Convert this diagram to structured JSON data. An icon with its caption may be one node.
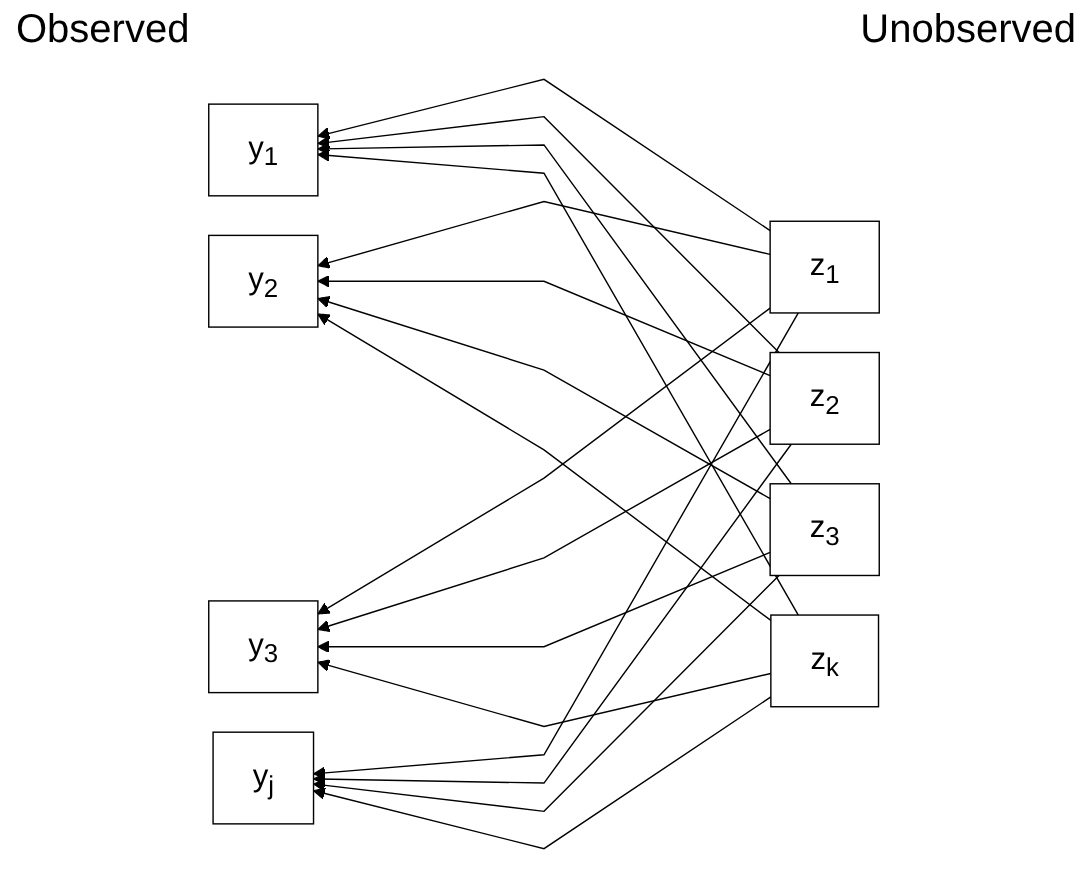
{
  "diagram": {
    "nodes": [
      {
        "text": [
          "y$_{1}$"
        ]
      },
      {
        "text": [
          "z$_{1}$"
        ]
      },
      {
        "text": [
          "y$_{2}$"
        ]
      },
      {
        "text": [
          "z$_{2}$"
        ]
      },
      {
        "text": [
          "y$_{3}$"
        ]
      },
      {
        "text": [
          "z$_{3}$"
        ]
      },
      {
        "text": [
          "y$_{j}$"
        ]
      },
      {
        "text": [
          "z$_{k}$"
        ]
      }
    ],
    "edges": [
      {
        "from": 1,
        "to": 0,
        "arrow": "to"
      },
      {
        "from": 1,
        "to": 2,
        "arrow": "to"
      },
      {
        "from": 1,
        "to": 4,
        "arrow": "to"
      },
      {
        "from": 1,
        "to": 6,
        "arrow": "to"
      },
      {
        "from": 3,
        "to": 0,
        "arrow": "to"
      },
      {
        "from": 3,
        "to": 2,
        "arrow": "to"
      },
      {
        "from": 3,
        "to": 4,
        "arrow": "to"
      },
      {
        "from": 3,
        "to": 6,
        "arrow": "to"
      },
      {
        "from": 5,
        "to": 0,
        "arrow": "to"
      },
      {
        "from": 5,
        "to": 2,
        "arrow": "to"
      },
      {
        "from": 5,
        "to": 4,
        "arrow": "to"
      },
      {
        "from": 5,
        "to": 6,
        "arrow": "to"
      },
      {
        "from": 7,
        "to": 0,
        "arrow": "to"
      },
      {
        "from": 7,
        "to": 2,
        "arrow": "to"
      },
      {
        "from": 7,
        "to": 4,
        "arrow": "to"
      },
      {
        "from": 7,
        "to": 6,
        "arrow": "to"
      }
    ],
    "labels": [
      "Observed",
      "Unobserved"
    ]
  }
}
